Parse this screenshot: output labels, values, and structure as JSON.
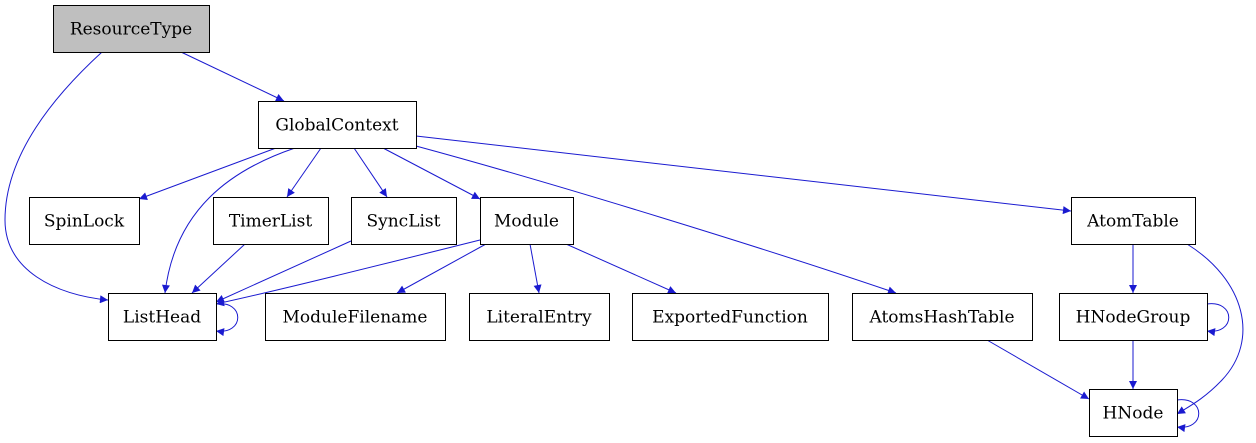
{
  "colors": {
    "edge": "#1a1ad0",
    "node_fill": "#ffffff",
    "highlight_fill": "#bfbfbf",
    "border": "#000000"
  },
  "nodes": [
    {
      "id": "ResourceType",
      "label": "ResourceType",
      "highlight": true
    },
    {
      "id": "GlobalContext",
      "label": "GlobalContext"
    },
    {
      "id": "SpinLock",
      "label": "SpinLock"
    },
    {
      "id": "TimerList",
      "label": "TimerList"
    },
    {
      "id": "SyncList",
      "label": "SyncList"
    },
    {
      "id": "Module",
      "label": "Module"
    },
    {
      "id": "AtomTable",
      "label": "AtomTable"
    },
    {
      "id": "ListHead",
      "label": "ListHead"
    },
    {
      "id": "ModuleFilename",
      "label": "ModuleFilename"
    },
    {
      "id": "LiteralEntry",
      "label": "LiteralEntry"
    },
    {
      "id": "ExportedFunction",
      "label": "ExportedFunction"
    },
    {
      "id": "AtomsHashTable",
      "label": "AtomsHashTable"
    },
    {
      "id": "HNodeGroup",
      "label": "HNodeGroup"
    },
    {
      "id": "HNode",
      "label": "HNode"
    }
  ],
  "edges": [
    {
      "from": "ResourceType",
      "to": "GlobalContext"
    },
    {
      "from": "ResourceType",
      "to": "ListHead"
    },
    {
      "from": "GlobalContext",
      "to": "SpinLock"
    },
    {
      "from": "GlobalContext",
      "to": "ListHead"
    },
    {
      "from": "GlobalContext",
      "to": "TimerList"
    },
    {
      "from": "GlobalContext",
      "to": "SyncList"
    },
    {
      "from": "GlobalContext",
      "to": "Module"
    },
    {
      "from": "GlobalContext",
      "to": "AtomsHashTable"
    },
    {
      "from": "GlobalContext",
      "to": "AtomTable"
    },
    {
      "from": "TimerList",
      "to": "ListHead"
    },
    {
      "from": "SyncList",
      "to": "ListHead"
    },
    {
      "from": "Module",
      "to": "ListHead"
    },
    {
      "from": "Module",
      "to": "ModuleFilename"
    },
    {
      "from": "Module",
      "to": "LiteralEntry"
    },
    {
      "from": "Module",
      "to": "ExportedFunction"
    },
    {
      "from": "ListHead",
      "to": "ListHead"
    },
    {
      "from": "AtomTable",
      "to": "HNodeGroup"
    },
    {
      "from": "AtomTable",
      "to": "HNode"
    },
    {
      "from": "HNodeGroup",
      "to": "HNodeGroup"
    },
    {
      "from": "HNodeGroup",
      "to": "HNode"
    },
    {
      "from": "AtomsHashTable",
      "to": "HNode"
    },
    {
      "from": "HNode",
      "to": "HNode"
    }
  ]
}
